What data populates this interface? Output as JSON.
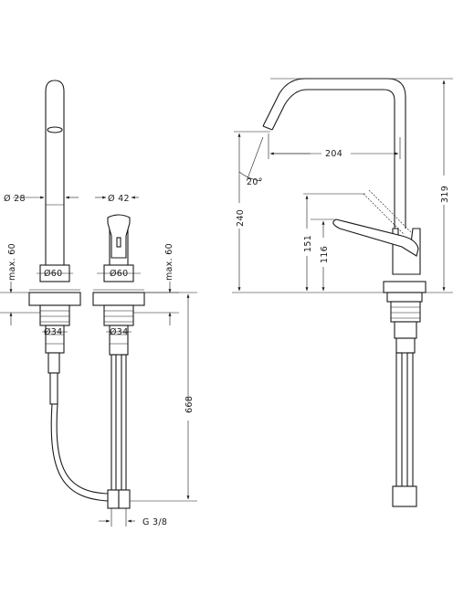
{
  "dimensions": {
    "spout_diameter": "Ø 28",
    "handle_diameter": "Ø 42",
    "spout_base_diameter": "Ø60",
    "handle_base_diameter": "Ø60",
    "spout_thread": "Ø34",
    "handle_thread": "Ø34",
    "max_left": "max. 60",
    "max_right": "max. 60",
    "hose_length": "668",
    "connection": "G 3/8",
    "reach": "204",
    "swivel_angle": "20°",
    "total_height": "319",
    "spout_height": "240",
    "lever_height_high": "151",
    "lever_height_low": "116"
  },
  "colors": {
    "line": "#1a1a1a",
    "background": "#ffffff"
  }
}
